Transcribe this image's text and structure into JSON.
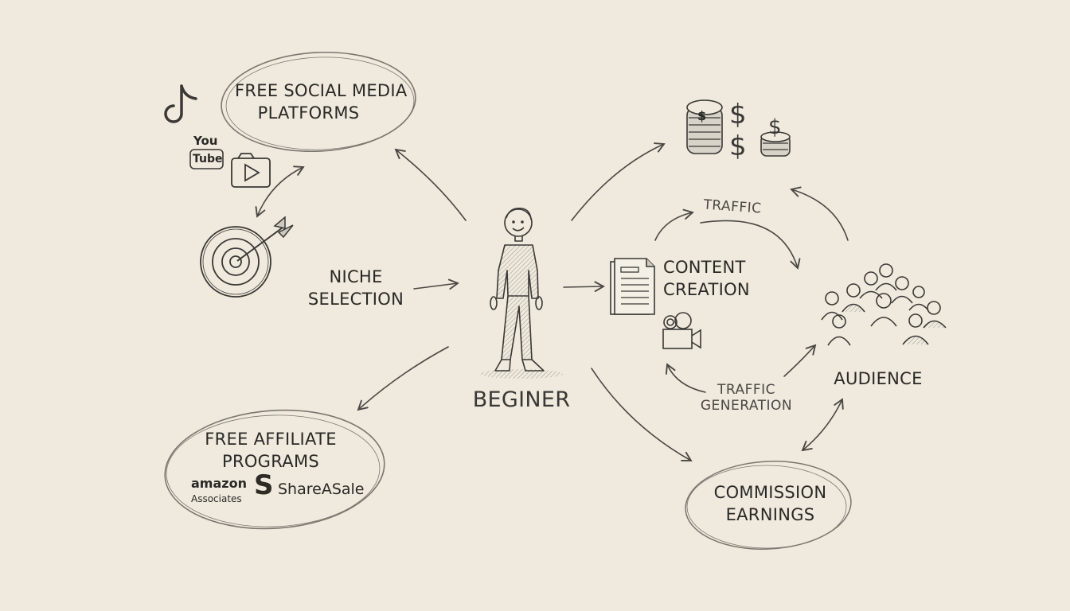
{
  "diagram": {
    "center": {
      "label": "BEGINER",
      "figure": "person-sketch"
    },
    "nodes": {
      "social": {
        "line1": "FREE SOCIAL MEDIA",
        "line2": "PLATFORMS",
        "icons": [
          "tiktok-icon",
          "youtube-icon",
          "video-camera-icon"
        ]
      },
      "niche": {
        "line1": "NICHE",
        "line2": "SELECTION",
        "icon": "target-arrow-icon"
      },
      "affiliate": {
        "line1": "FREE AFFILIATE",
        "line2": "PROGRAMS",
        "logos": {
          "amazon_top": "amazon",
          "amazon_bottom": "Associates",
          "sharesale_mark": "S",
          "sharesale": "ShareASale"
        }
      },
      "money": {
        "icon": "money-stacks-icon",
        "dollar": "$"
      },
      "content": {
        "line1": "CONTENT",
        "line2": "CREATION",
        "icons": [
          "document-icon",
          "movie-camera-icon"
        ]
      },
      "traffic": {
        "label": "TRAFFIC"
      },
      "traffic_gen": {
        "line1": "TRAFFIC",
        "line2": "GENERATION"
      },
      "audience": {
        "label": "AUDIENCE",
        "icon": "crowd-icon"
      },
      "commission": {
        "line1": "COMMISSION",
        "line2": "EARNINGS"
      }
    },
    "colors": {
      "paper": "#efeadd",
      "pencil": "#3a3836",
      "ink": "#2a2826",
      "light_pencil": "#8a8680"
    }
  }
}
